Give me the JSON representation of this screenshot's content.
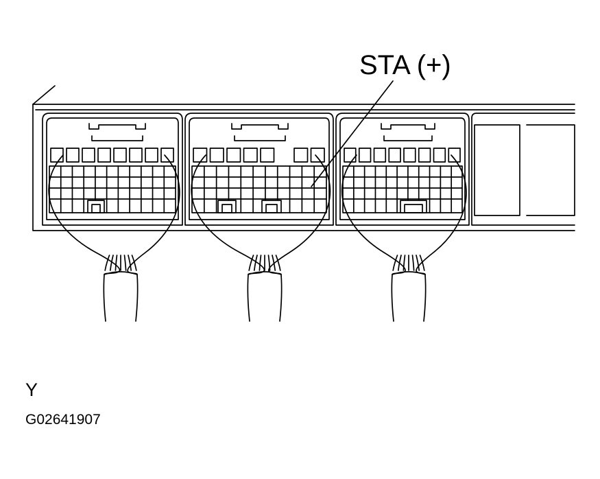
{
  "callout": {
    "text": "STA (+)"
  },
  "view_label": {
    "text": "Y"
  },
  "figure_id": {
    "text": "G02641907"
  },
  "colors": {
    "ink": "#000000",
    "paper": "#ffffff"
  }
}
